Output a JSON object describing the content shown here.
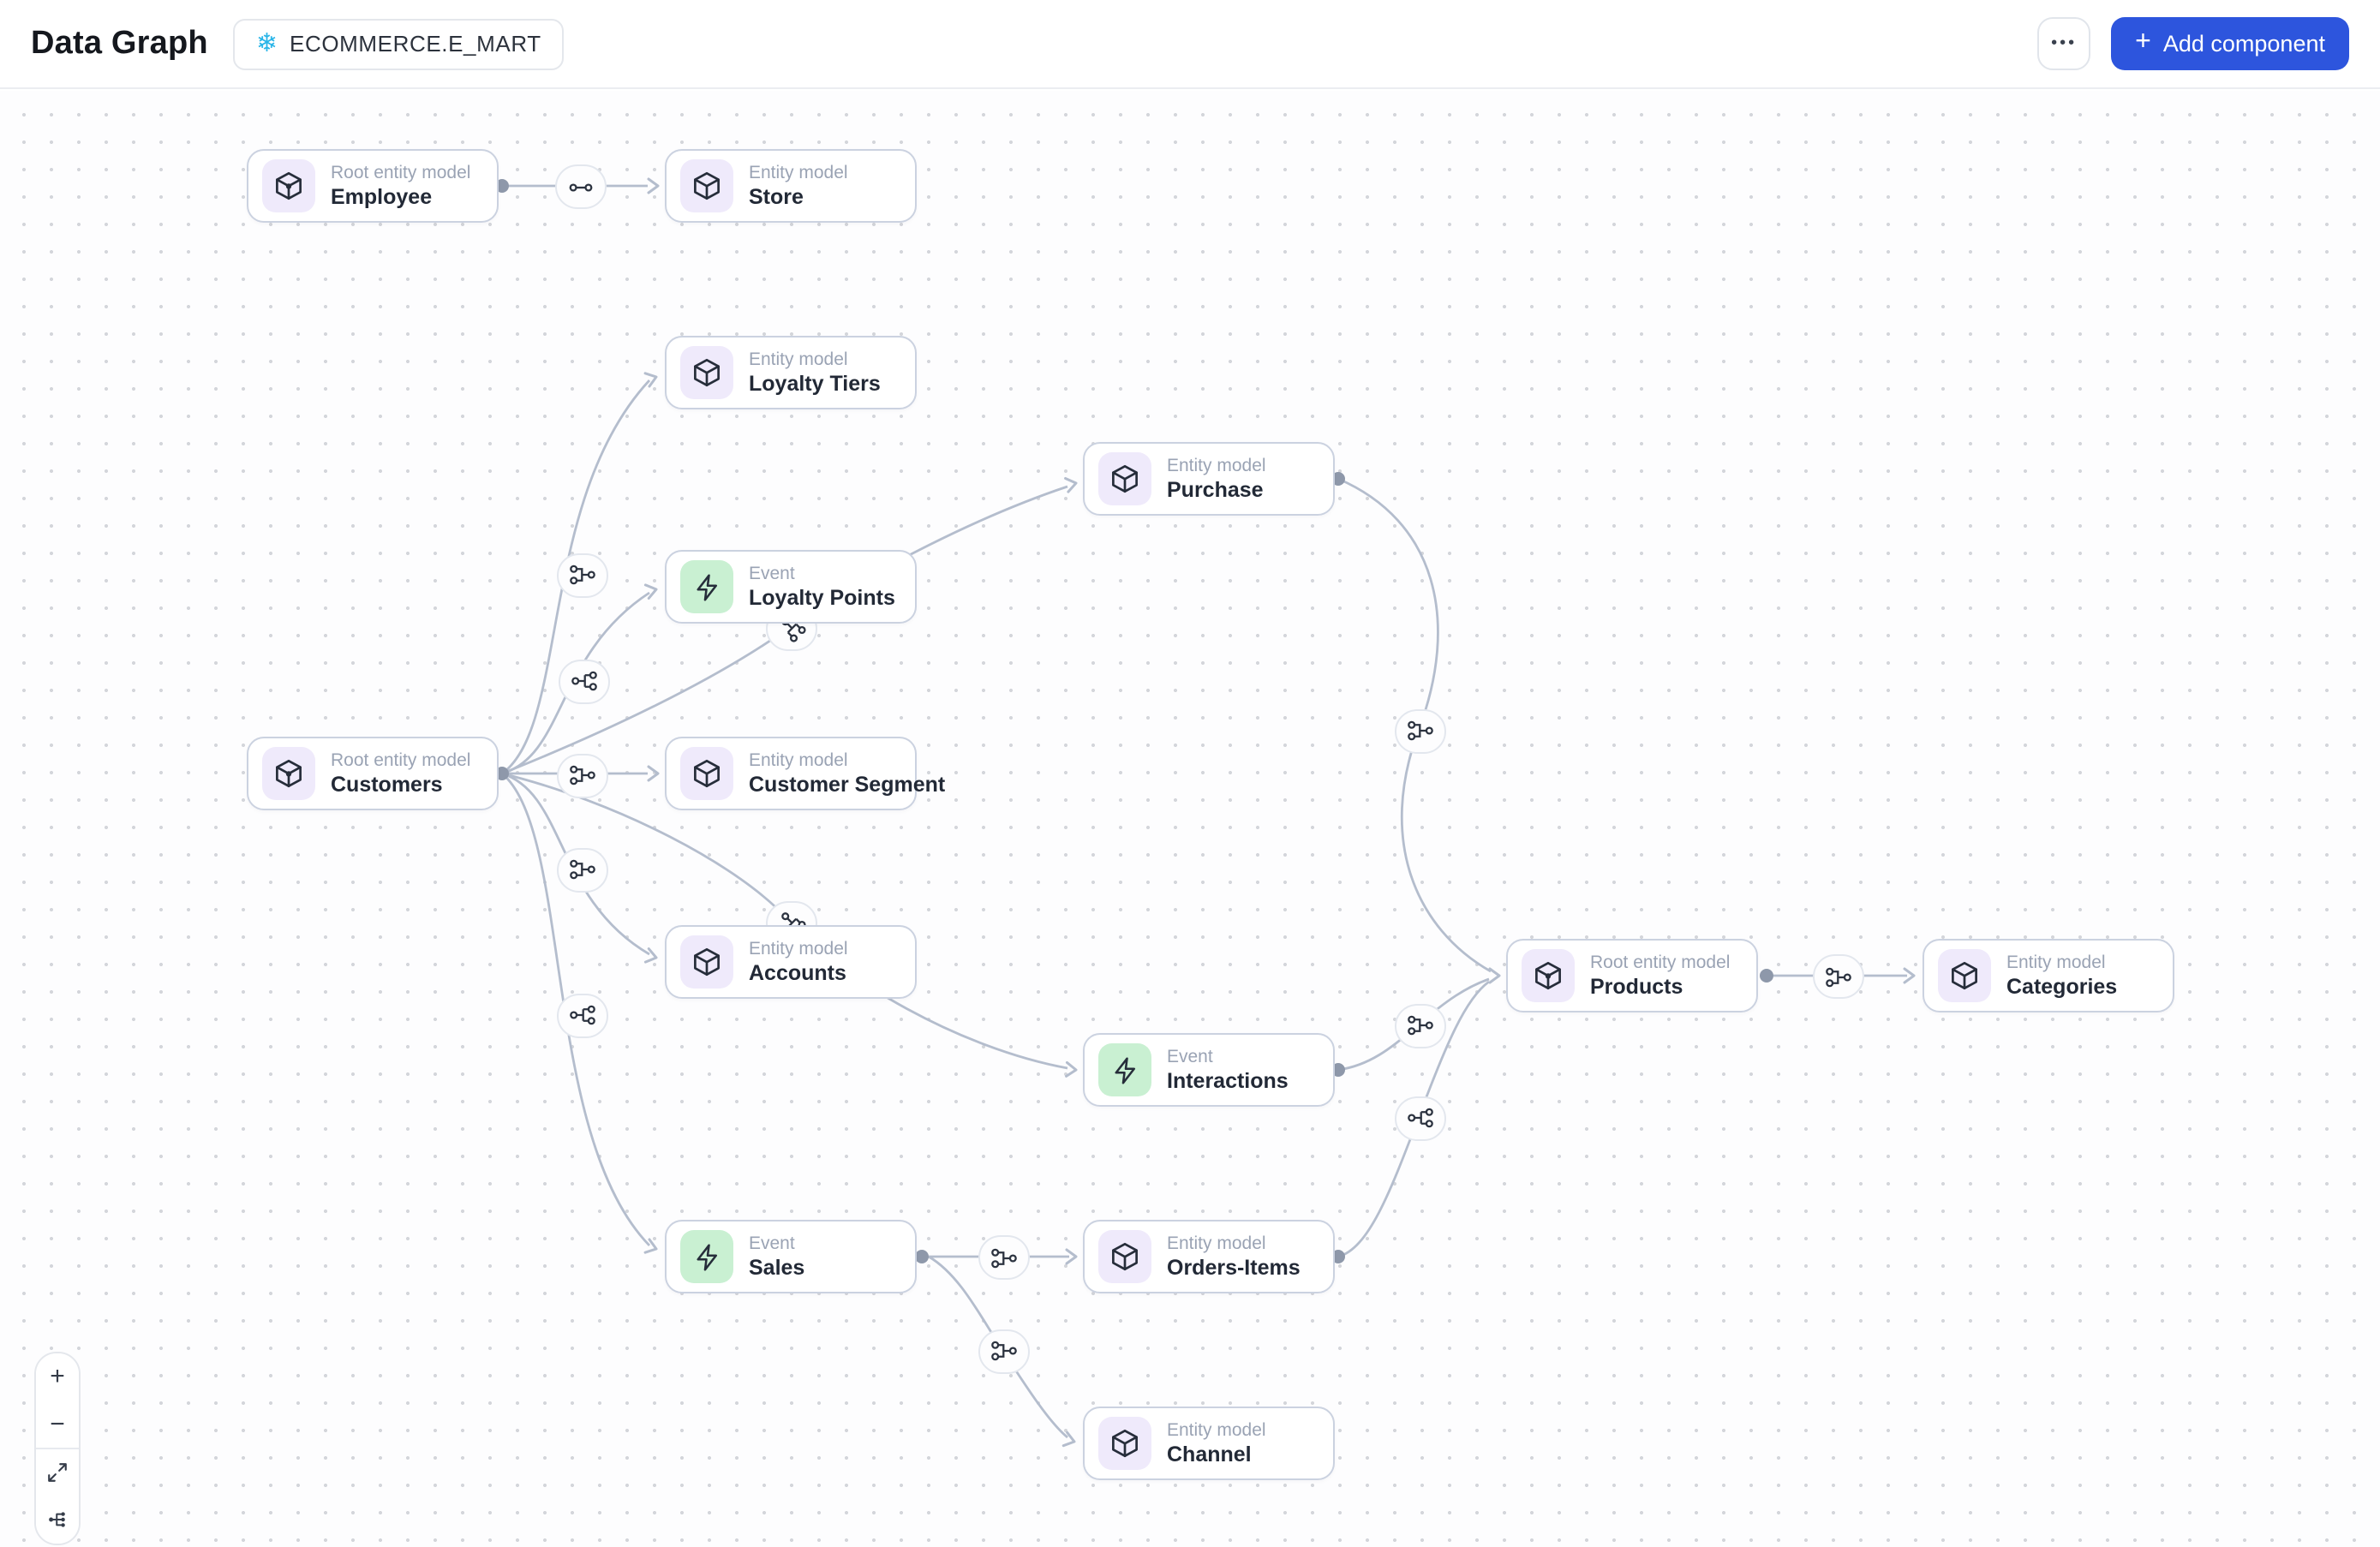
{
  "header": {
    "title": "Data Graph",
    "connection_name": "ECOMMERCE.E_MART",
    "connection_icon": "snowflake-icon",
    "more_label": "•••",
    "add_button_label": "Add component",
    "add_button_plus": "+"
  },
  "colors": {
    "primary_blue": "#2d55dd",
    "snowflake_blue": "#2ab5e8",
    "entity_icon_bg": "#efeafb",
    "event_icon_bg": "#c9f0d2",
    "edge_gray": "#b4bdcd"
  },
  "nodes": [
    {
      "label": "Root entity model",
      "name": "Employee",
      "kind": "root"
    },
    {
      "label": "Entity model",
      "name": "Store",
      "kind": "entity"
    },
    {
      "label": "Entity model",
      "name": "Loyalty Tiers",
      "kind": "entity"
    },
    {
      "label": "Event",
      "name": "Loyalty Points",
      "kind": "event"
    },
    {
      "label": "Entity model",
      "name": "Purchase",
      "kind": "entity"
    },
    {
      "label": "Root entity model",
      "name": "Customers",
      "kind": "root"
    },
    {
      "label": "Entity model",
      "name": "Customer Segment",
      "kind": "entity"
    },
    {
      "label": "Entity model",
      "name": "Accounts",
      "kind": "entity"
    },
    {
      "label": "Event",
      "name": "Interactions",
      "kind": "event"
    },
    {
      "label": "Root entity model",
      "name": "Products",
      "kind": "root"
    },
    {
      "label": "Entity model",
      "name": "Categories",
      "kind": "entity"
    },
    {
      "label": "Event",
      "name": "Sales",
      "kind": "event"
    },
    {
      "label": "Entity model",
      "name": "Orders-Items",
      "kind": "entity"
    },
    {
      "label": "Entity model",
      "name": "Channel",
      "kind": "entity"
    }
  ],
  "edges": [
    {
      "from": "Employee",
      "to": "Store",
      "relationship": "one-to-one"
    },
    {
      "from": "Customers",
      "to": "Loyalty Tiers",
      "relationship": "many-to-one"
    },
    {
      "from": "Customers",
      "to": "Loyalty Points",
      "relationship": "one-to-many"
    },
    {
      "from": "Customers",
      "to": "Customer Segment",
      "relationship": "many-to-one"
    },
    {
      "from": "Customers",
      "to": "Accounts",
      "relationship": "many-to-one"
    },
    {
      "from": "Customers",
      "to": "Sales",
      "relationship": "one-to-many"
    },
    {
      "from": "Customers",
      "to": "Purchase",
      "relationship": "one-to-many"
    },
    {
      "from": "Customers",
      "to": "Interactions",
      "relationship": "one-to-many"
    },
    {
      "from": "Purchase",
      "to": "Products",
      "relationship": "many-to-one"
    },
    {
      "from": "Interactions",
      "to": "Products",
      "relationship": "many-to-one"
    },
    {
      "from": "Orders-Items",
      "to": "Products",
      "relationship": "one-to-many"
    },
    {
      "from": "Products",
      "to": "Categories",
      "relationship": "many-to-one"
    },
    {
      "from": "Sales",
      "to": "Orders-Items",
      "relationship": "many-to-one"
    },
    {
      "from": "Sales",
      "to": "Channel",
      "relationship": "many-to-one"
    }
  ],
  "zoom_controls": {
    "zoom_in": "+",
    "zoom_out": "−",
    "fit_view_icon": "maximize-icon",
    "auto_layout_icon": "layout-tree-icon"
  }
}
